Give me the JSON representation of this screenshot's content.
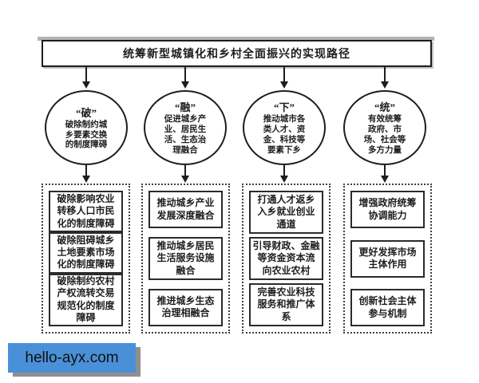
{
  "title": "统筹新型城镇化和乡村全面振兴的实现路径",
  "columns": [
    {
      "circle": {
        "keyword": "“破”",
        "desc": "破除制约城\n乡要素交换\n的制度障碍"
      },
      "boxes": [
        "破除影响农业\n转移人口市民\n化的制度障碍",
        "破除阻碍城乡\n土地要素市场\n化的制度障碍",
        "破除制约农村\n产权流转交易\n规范化的制度\n障碍"
      ]
    },
    {
      "circle": {
        "keyword": "“融”",
        "desc": "促进城乡产\n业、居民生\n活、生态治\n理融合"
      },
      "boxes": [
        "推动城乡产业\n发展深度融合",
        "推动城乡居民\n生活服务设施\n融合",
        "推进城乡生态\n治理相融合"
      ]
    },
    {
      "circle": {
        "keyword": "“下”",
        "desc": "推动城市各\n类人才、资\n金、科技等\n要素下乡"
      },
      "boxes": [
        "打通人才返乡\n入乡就业创业\n通道",
        "引导财政、金融\n等资金资本流\n向农业农村",
        "完善农业科技\n服务和推广体\n系"
      ]
    },
    {
      "circle": {
        "keyword": "“统”",
        "desc": "有效统筹\n政府、市\n场、社会等\n多方力量"
      },
      "boxes": [
        "增强政府统筹\n协调能力",
        "更好发挥市场\n主体作用",
        "创新社会主体\n参与机制"
      ]
    }
  ],
  "watermark": {
    "label": "hello-ayx.com",
    "bg_color": "#4a90d8"
  },
  "colors": {
    "line": "#1d1d1d",
    "dotted_border": "#404040",
    "shadow_bar": "#b3b3b3",
    "watermark_shadow": "#8f8f8f"
  }
}
